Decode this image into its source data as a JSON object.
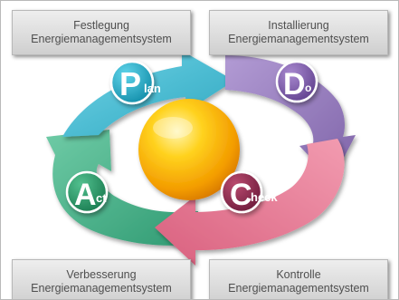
{
  "boxes": {
    "plan_box": {
      "line1": "Festlegung",
      "line2": "Energiemanagementsystem"
    },
    "do_box": {
      "line1": "Installierung",
      "line2": "Energiemanagementsystem"
    },
    "act_box": {
      "line1": "Verbesserung",
      "line2": "Energiemanagementsystem"
    },
    "check_box": {
      "line1": "Kontrolle",
      "line2": "Energiemanagementsystem"
    }
  },
  "badges": {
    "plan": {
      "initial": "P",
      "rest": "lan"
    },
    "do": {
      "initial": "D",
      "rest": "o"
    },
    "check": {
      "initial": "C",
      "rest": "heck"
    },
    "act": {
      "initial": "A",
      "rest": "ct"
    }
  },
  "colors": {
    "plan": "#4cc0d6",
    "do": "#9a7fc0",
    "check": "#e77e98",
    "act": "#4fb58f",
    "sphere": "#f7b500"
  }
}
